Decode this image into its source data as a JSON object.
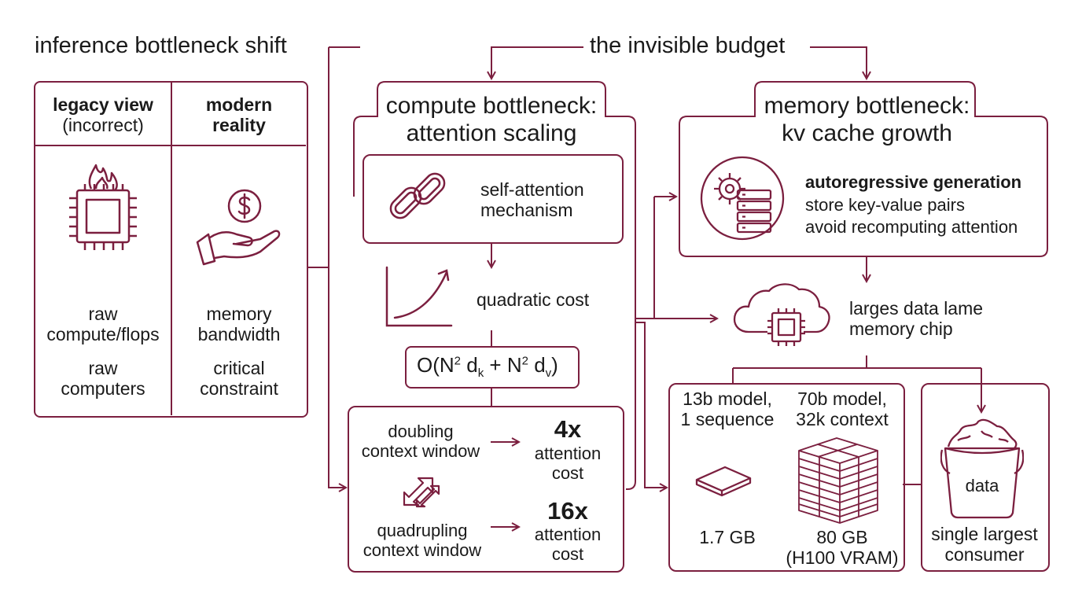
{
  "titles": {
    "left": "inference bottleneck shift",
    "center": "the invisible budget"
  },
  "left_table": {
    "col1_header": [
      "legacy view",
      "(incorrect)"
    ],
    "col2_header": [
      "modern",
      "reality"
    ],
    "col1_items": [
      [
        "raw",
        "compute/flops"
      ],
      [
        "raw",
        "computers"
      ]
    ],
    "col2_items": [
      [
        "memory",
        "bandwidth"
      ],
      [
        "critical",
        "constraint"
      ]
    ]
  },
  "compute": {
    "header": [
      "compute bottleneck:",
      "attention scaling"
    ],
    "mechanism": [
      "self-attention",
      "mechanism"
    ],
    "cost_label": "quadratic cost",
    "formula": {
      "O": "O(N",
      "sq": "2",
      "d": " d",
      "k": "k",
      "plus": " + N",
      "sq2": "2",
      "d2": " d",
      "v": "v",
      "close": ")"
    },
    "doubling": [
      "doubling",
      "context window"
    ],
    "doubling_mult": "4x",
    "doubling_result": [
      "attention",
      "cost"
    ],
    "quadrupling": [
      "quadrupling",
      "context window"
    ],
    "quadrupling_mult": "16x",
    "quadrupling_result": [
      "attention",
      "cost"
    ]
  },
  "memory": {
    "header": [
      "memory bottleneck:",
      "kv cache growth"
    ],
    "gen_title": "autoregressive generation",
    "gen_lines": [
      "store key-value pairs",
      "avoid recomputing attention"
    ],
    "chip_text": [
      "larges data lame",
      "memory chip"
    ],
    "model1": [
      "13b model,",
      "1 sequence"
    ],
    "model1_size": "1.7 GB",
    "model2": [
      "70b model,",
      "32k context"
    ],
    "model2_size": [
      "80 GB",
      "(H100 VRAM)"
    ],
    "bucket_label": "data",
    "consumer": [
      "single largest",
      "consumer"
    ]
  },
  "colors": {
    "accent": "#7b1f3f",
    "text": "#1a1a1a"
  }
}
